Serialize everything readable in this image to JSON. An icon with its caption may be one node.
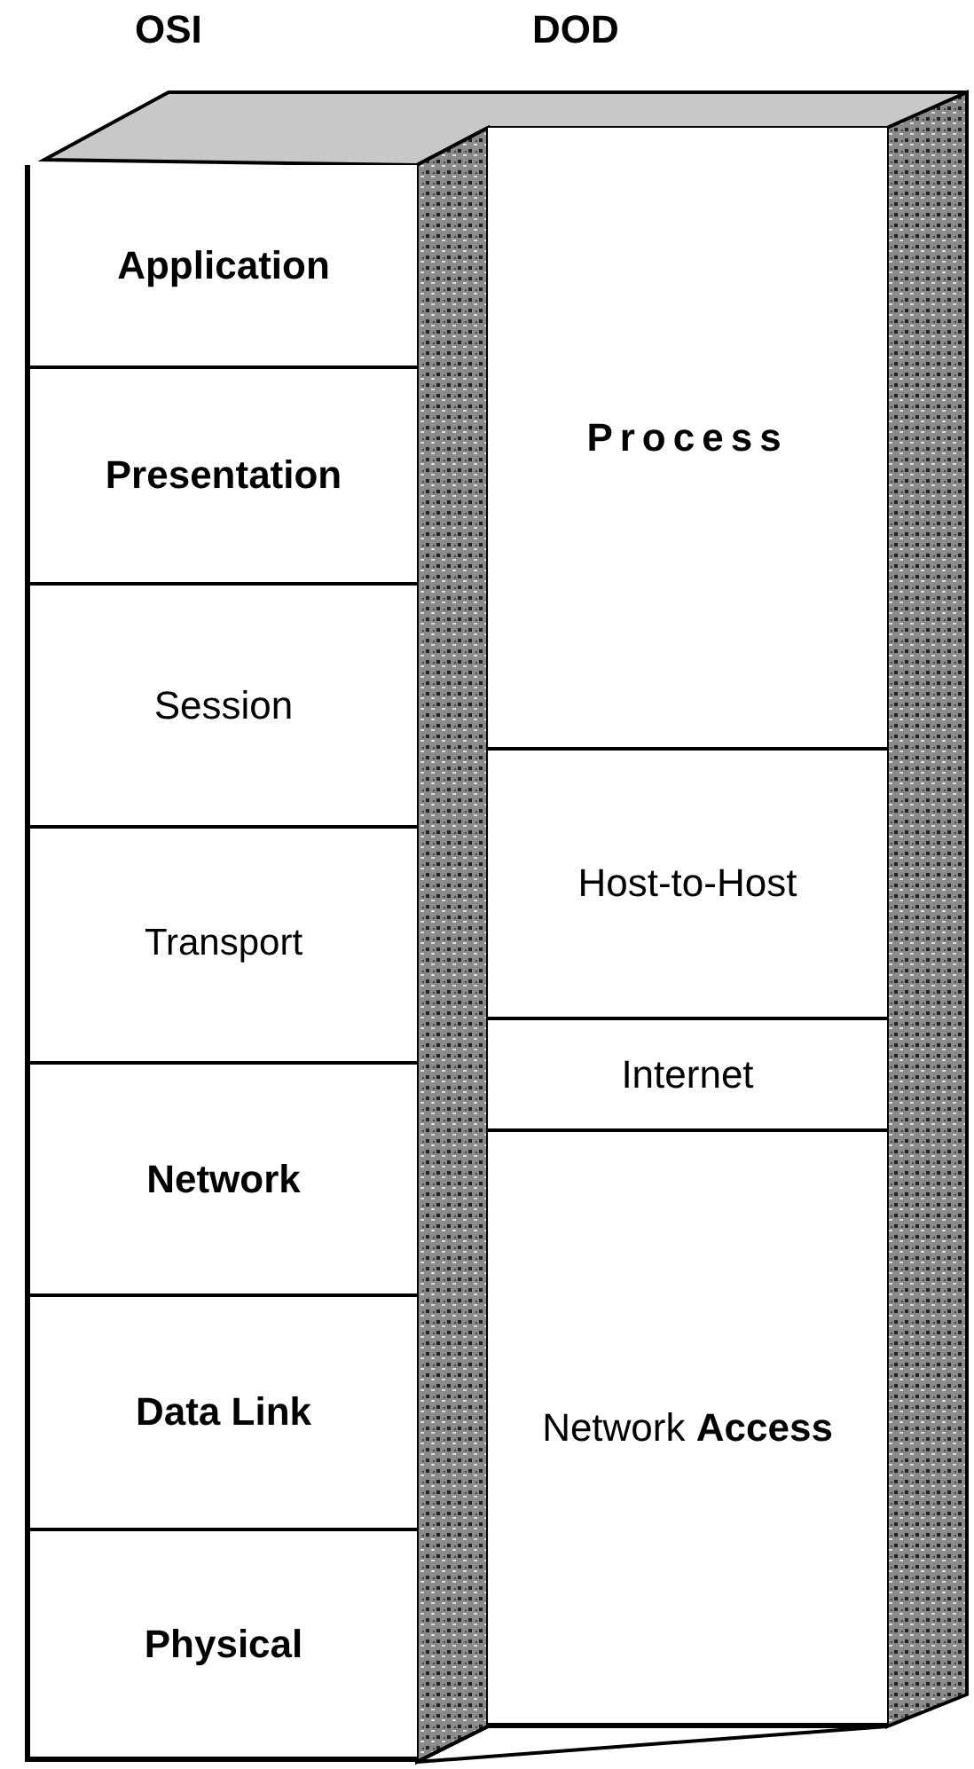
{
  "diagram": {
    "nodes": [
      {
        "text": [
          "Application"
        ]
      },
      {
        "text": [
          "Presentation"
        ]
      },
      {
        "text": [
          "Session"
        ]
      },
      {
        "text": [
          "Transport"
        ]
      },
      {
        "text": [
          "Network"
        ]
      },
      {
        "text": [
          "Data Link"
        ]
      },
      {
        "text": [
          "Physical"
        ]
      },
      {
        "text": [
          "Process"
        ]
      },
      {
        "text": [
          "Host-to-Host"
        ]
      },
      {
        "text": [
          "Internet"
        ]
      },
      {
        "text": [
          "Network **Access**"
        ]
      }
    ],
    "labels": [
      "OSI",
      "DOD"
    ]
  }
}
